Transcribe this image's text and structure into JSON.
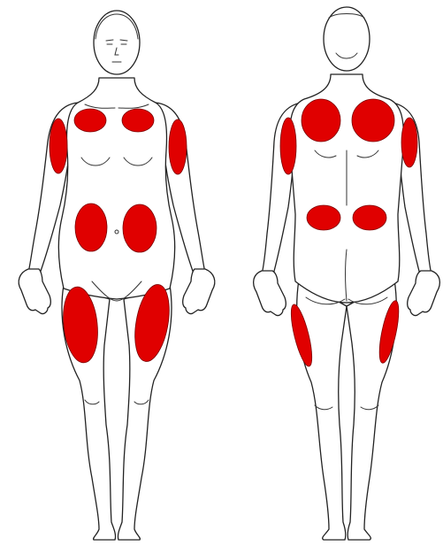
{
  "diagram": {
    "views": [
      {
        "id": "front",
        "label": ""
      },
      {
        "id": "back",
        "label": ""
      }
    ],
    "marker_color": "#E00000",
    "outline_color": "#222222",
    "background": "#ffffff",
    "marker_shape": "ellipse",
    "front_markers": [
      "front-upper-chest-left",
      "front-upper-chest-right",
      "front-upper-arm-left",
      "front-upper-arm-right",
      "front-hip-left",
      "front-hip-right",
      "front-thigh-left",
      "front-thigh-right"
    ],
    "back_markers": [
      "back-shoulder-left",
      "back-shoulder-right",
      "back-upper-arm-left",
      "back-upper-arm-right",
      "back-lower-back-left",
      "back-lower-back-right",
      "back-thigh-left",
      "back-thigh-right"
    ]
  }
}
